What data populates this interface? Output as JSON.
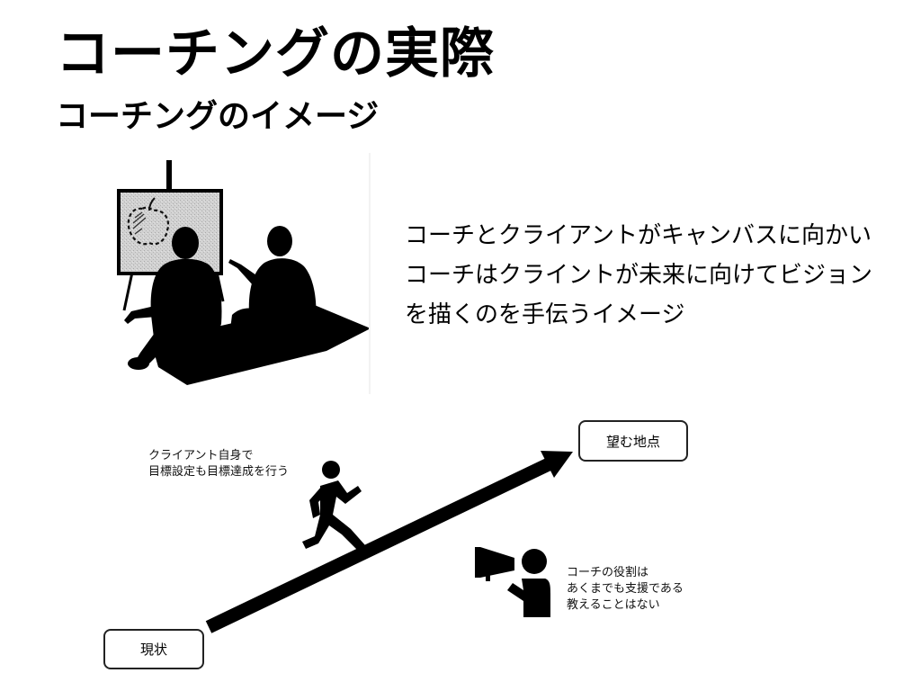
{
  "slide": {
    "title": "コーチングの実際",
    "subtitle": "コーチングのイメージ",
    "description_lines": [
      "コーチとクライアントがキャンバスに向かい",
      "コーチはクライントが未来に向けてビジョン",
      "を描くのを手伝うイメージ"
    ]
  },
  "diagram": {
    "goal_label": "望む地点",
    "current_label": "現状",
    "client_note_lines": [
      "クライアント自身で",
      "目標設定も目標達成を行う"
    ],
    "coach_note_lines": [
      "コーチの役割は",
      "あくまでも支援である",
      "教えることはない"
    ]
  },
  "icons": {
    "illustration": "coaching-canvas-silhouette",
    "runner": "running-person-icon",
    "coach": "megaphone-person-icon",
    "arrow": "progress-arrow"
  },
  "colors": {
    "ink": "#000000",
    "background": "#ffffff",
    "canvas": "#c8c8c8"
  }
}
